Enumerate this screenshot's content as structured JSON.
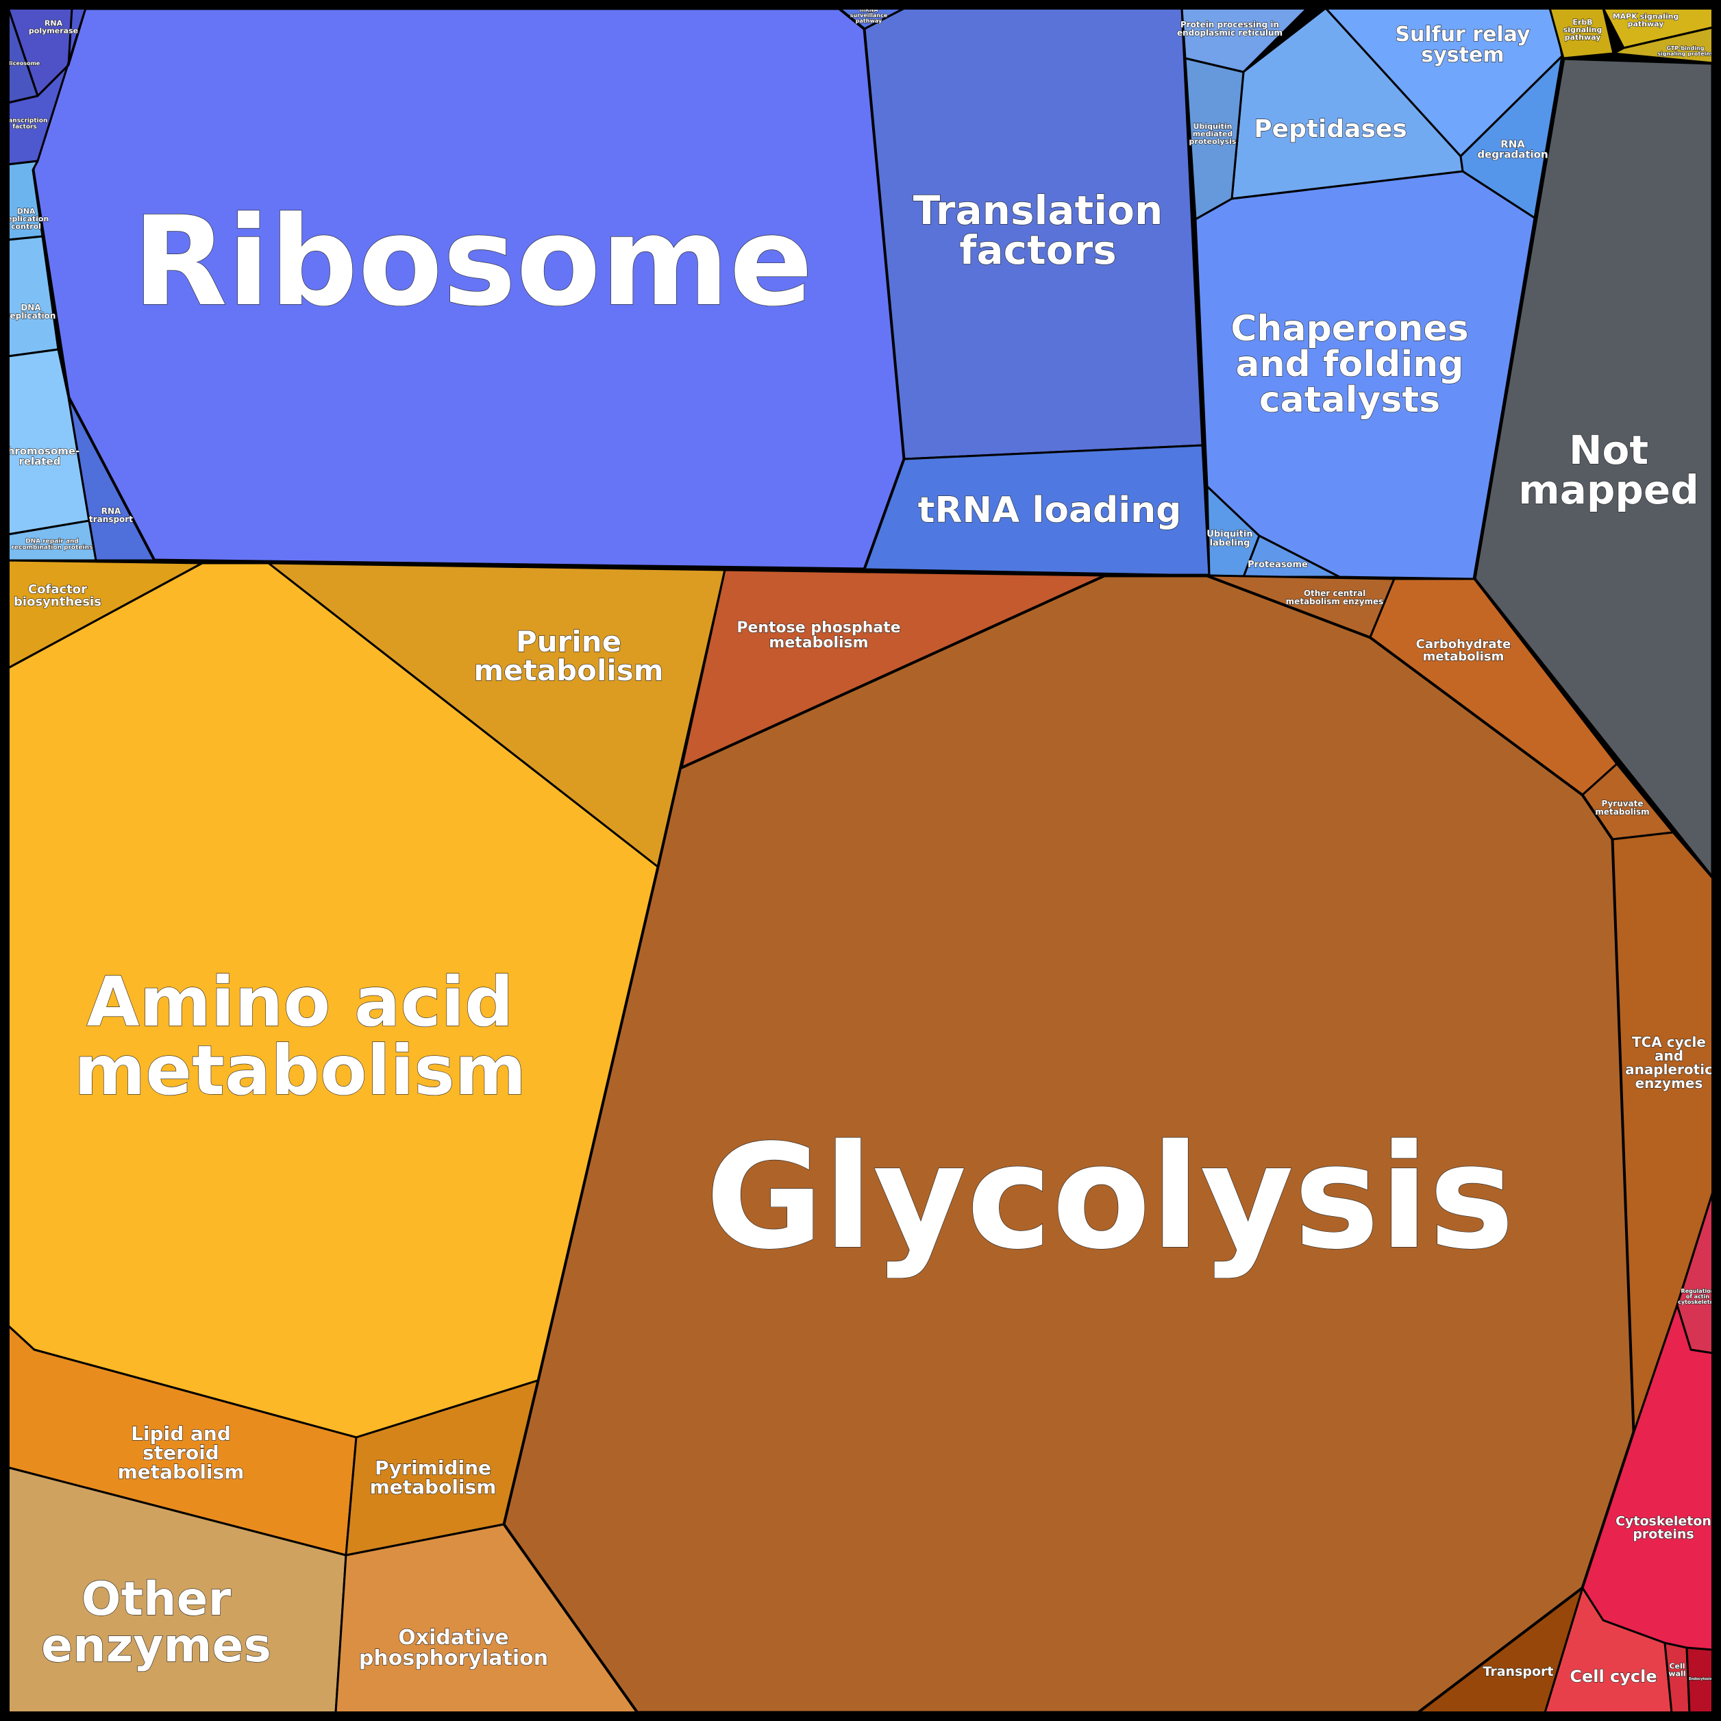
{
  "diagram": {
    "type": "voronoi-treemap",
    "background": "#000000",
    "groups": [
      {
        "name": "genetic-information-processing",
        "color": "#6675f5"
      },
      {
        "name": "metabolism",
        "color": "#ae6429"
      },
      {
        "name": "cellular-processes",
        "color": "#e8234e"
      },
      {
        "name": "unmapped",
        "color": "#575c62"
      },
      {
        "name": "environmental-information-processing",
        "color": "#d2b418"
      }
    ],
    "cells": [
      {
        "id": "ribosome",
        "label": "Ribosome",
        "color": "#6675f5"
      },
      {
        "id": "translation-factors",
        "label": "Translation factors",
        "color": "#5973d8"
      },
      {
        "id": "trna-loading",
        "label": "tRNA loading",
        "color": "#4f79e0"
      },
      {
        "id": "chaperones",
        "label": "Chaperones and folding catalysts",
        "color": "#6690f8"
      },
      {
        "id": "peptidases",
        "label": "Peptidases",
        "color": "#72aaf2"
      },
      {
        "id": "sulfur-relay",
        "label": "Sulfur relay system",
        "color": "#70a6fb"
      },
      {
        "id": "rna-degradation",
        "label": "RNA degradation",
        "color": "#5596ea"
      },
      {
        "id": "ubiquitin-proteolysis",
        "label": "Ubiquitin mediated proteolysis",
        "color": "#6599dc"
      },
      {
        "id": "protein-processing-er",
        "label": "Protein processing in endoplasmic reticulum",
        "color": "#73a1ea"
      },
      {
        "id": "ubiquitin-labeling",
        "label": "Ubiquitin labeling",
        "color": "#5a9ae8"
      },
      {
        "id": "proteasome",
        "label": "Proteasome",
        "color": "#5f97ea"
      },
      {
        "id": "mrna-surveillance",
        "label": "mRNA surveillance pathway",
        "color": "#5877e3"
      },
      {
        "id": "rna-polymerase",
        "label": "RNA polymerase",
        "color": "#4e52c6"
      },
      {
        "id": "spliceosome",
        "label": "Spliceosome",
        "color": "#4955c0"
      },
      {
        "id": "transcription-factors",
        "label": "Transcription factors",
        "color": "#4e58cf"
      },
      {
        "id": "dna-replication-control",
        "label": "DNA replication control",
        "color": "#6cb4ee"
      },
      {
        "id": "dna-replication",
        "label": "DNA replication",
        "color": "#7ec0f6"
      },
      {
        "id": "chromosome-related",
        "label": "Chromosome-related",
        "color": "#8ac8fb"
      },
      {
        "id": "rna-transport",
        "label": "RNA transport",
        "color": "#4f6fdb"
      },
      {
        "id": "dna-repair",
        "label": "DNA repair and recombination proteins",
        "color": "#7bbcf1"
      },
      {
        "id": "not-mapped",
        "label": "Not mapped",
        "color": "#575c62"
      },
      {
        "id": "erbb",
        "label": "ErbB signaling pathway",
        "color": "#ccab15"
      },
      {
        "id": "mapk",
        "label": "MAPK signaling pathway",
        "color": "#d4b418"
      },
      {
        "id": "gtp-binding",
        "label": "GTP-binding signaling proteins",
        "color": "#c8ab1f"
      },
      {
        "id": "glycolysis",
        "label": "Glycolysis",
        "color": "#ae6429"
      },
      {
        "id": "amino-acid",
        "label": "Amino acid metabolism",
        "color": "#fdb827"
      },
      {
        "id": "purine",
        "label": "Purine metabolism",
        "color": "#dc9c21"
      },
      {
        "id": "cofactor",
        "label": "Cofactor biosynthesis",
        "color": "#e0a01a"
      },
      {
        "id": "pentose-phosphate",
        "label": "Pentose phosphate metabolism",
        "color": "#c55a2e"
      },
      {
        "id": "other-central",
        "label": "Other central metabolism enzymes",
        "color": "#b2652a"
      },
      {
        "id": "carbohydrate",
        "label": "Carbohydrate metabolism",
        "color": "#c56724"
      },
      {
        "id": "pyruvate",
        "label": "Pyruvate metabolism",
        "color": "#b76425"
      },
      {
        "id": "tca-cycle",
        "label": "TCA cycle and anaplerotic enzymes",
        "color": "#b5611f"
      },
      {
        "id": "lipid-steroid",
        "label": "Lipid and steroid metabolism",
        "color": "#e98c1e"
      },
      {
        "id": "pyrimidine",
        "label": "Pyrimidine metabolism",
        "color": "#d48419"
      },
      {
        "id": "other-enzymes",
        "label": "Other enzymes",
        "color": "#cfa25f"
      },
      {
        "id": "oxidative-phosphorylation",
        "label": "Oxidative phosphorylation",
        "color": "#db8f42"
      },
      {
        "id": "transport",
        "label": "Transport",
        "color": "#974709"
      },
      {
        "id": "cytoskeleton",
        "label": "Cytoskeleton proteins",
        "color": "#e8234e"
      },
      {
        "id": "cell-cycle",
        "label": "Cell cycle",
        "color": "#e8404a"
      },
      {
        "id": "actin-regulation",
        "label": "Regulation of actin cytoskeleton",
        "color": "#d63452"
      },
      {
        "id": "cell-wall",
        "label": "Cell wall",
        "color": "#d8303e"
      },
      {
        "id": "endocytosis",
        "label": "Endocytosis",
        "color": "#b70f26"
      }
    ]
  }
}
